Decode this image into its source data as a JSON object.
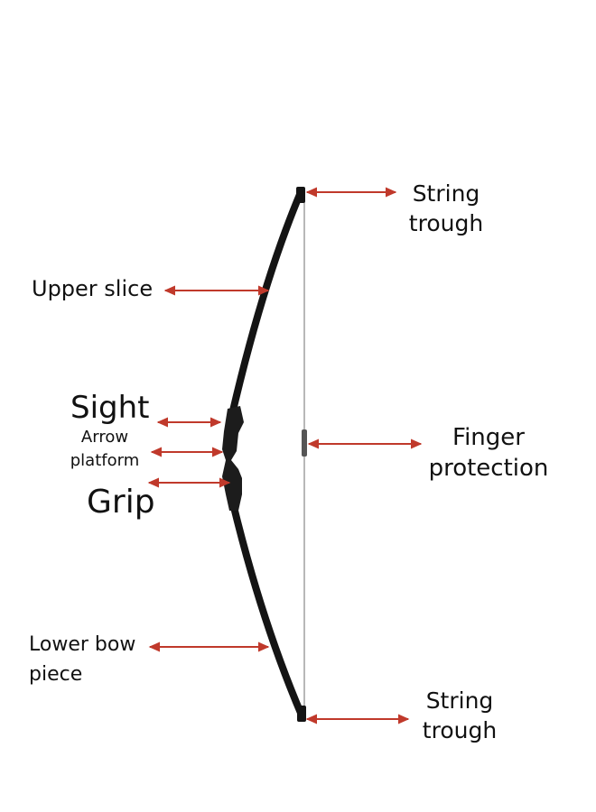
{
  "labels": {
    "string_trough_top": [
      "String",
      "trough"
    ],
    "upper_slice": "Upper slice",
    "sight": "Sight",
    "arrow_platform": [
      "Arrow",
      "platform"
    ],
    "grip": "Grip",
    "finger_protection": [
      "Finger",
      "protection"
    ],
    "lower_bow_piece": [
      "Lower bow",
      "piece"
    ],
    "string_trough_bottom": [
      "String",
      "trough"
    ]
  },
  "colors": {
    "arrow": "#c0392b",
    "bow_limb": "#141414",
    "grip": "#1c1c1c",
    "string": "#9a9a9a",
    "text": "#111111"
  }
}
